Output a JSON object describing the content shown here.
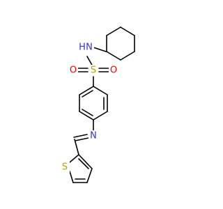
{
  "molecule": {
    "atoms": {
      "nh": {
        "label": "N",
        "h_label": "H",
        "color": "#3333cc"
      },
      "s_sulfonyl": {
        "label": "S",
        "color": "#b8a400"
      },
      "o_left": {
        "label": "O",
        "color": "#ff0000"
      },
      "o_right": {
        "label": "O",
        "color": "#ff0000"
      },
      "n_imine": {
        "label": "N",
        "color": "#3333cc"
      },
      "s_thiophene": {
        "label": "S",
        "color": "#b8a400"
      }
    },
    "bond_color": "#000000"
  }
}
